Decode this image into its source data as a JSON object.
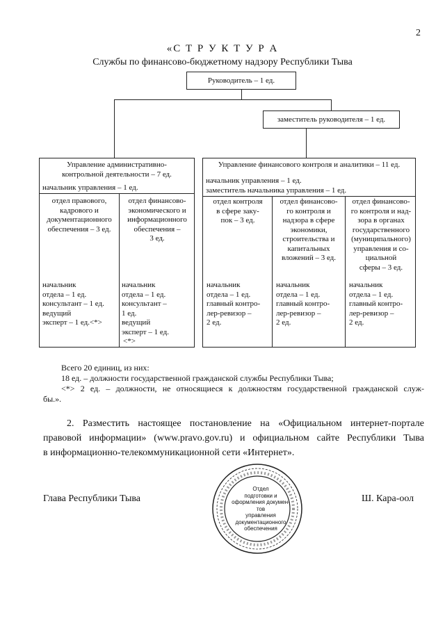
{
  "page_number": "2",
  "title_line1": "«С Т Р У К Т У Р А",
  "title_line2": "Службы по финансово-бюджетному надзору Республики Тыва",
  "chart": {
    "head": "Руководитель – 1 ед.",
    "deputy": "заместитель руководителя – 1 ед.",
    "left_dept": {
      "title_line1": "Управление административно-",
      "title_line2": "контрольной деятельности – 7 ед.",
      "head_line": "начальник управления – 1 ед.",
      "units": [
        {
          "name": [
            "отдел правового,",
            "кадрового и",
            "документационного",
            "обеспечения – 3 ед."
          ],
          "staff": [
            "начальник",
            "отдела – 1 ед.",
            "консультант – 1 ед.",
            "ведущий",
            "эксперт – 1 ед.<*>"
          ]
        },
        {
          "name": [
            "отдел финансово-",
            "экономического и",
            "информационного",
            "обеспечения –",
            "3 ед."
          ],
          "staff": [
            "начальник",
            "отдела – 1 ед.",
            "консультант –",
            "1 ед.",
            "ведущий",
            "эксперт – 1 ед.",
            "<*>"
          ]
        }
      ]
    },
    "right_dept": {
      "title": "Управление финансового контроля и аналитики – 11 ед.",
      "head_line": "начальник управления – 1 ед.",
      "deputy_line": "заместитель начальника управления – 1 ед.",
      "units": [
        {
          "name": [
            "отдел контроля",
            "в сфере заку-",
            "пок – 3 ед."
          ],
          "staff": [
            "начальник",
            "отдела – 1 ед.",
            "главный контро-",
            "лер-ревизор –",
            "2 ед."
          ]
        },
        {
          "name": [
            "отдел финансово-",
            "го контроля и",
            "надзора в сфере",
            "экономики,",
            "строительства и",
            "капитальных",
            "вложений – 3 ед."
          ],
          "staff": [
            "начальник",
            "отдела – 1 ед.",
            "главный контро-",
            "лер-ревизор –",
            "2 ед."
          ]
        },
        {
          "name": [
            "отдел финансово-",
            "го контроля и над-",
            "зора в органах",
            "государственного",
            "(муниципального)",
            "управления и со-",
            "циальной",
            "сферы – 3 ед."
          ],
          "staff": [
            "начальник",
            "отдела – 1 ед.",
            "главный контро-",
            "лер-ревизор –",
            "2 ед."
          ]
        }
      ]
    }
  },
  "notes": {
    "total": "Всего 20 единиц, из них:",
    "civil": "18 ед. – должности государственной гражданской службы Республики Тыва;",
    "other_line1": "<*> 2 ед. – должности, не относящиеся к должностям государственной гражданской служ-",
    "other_line2": "бы.»."
  },
  "paragraph": {
    "line1": "2. Разместить настоящее постановление на «Официальном интернет-портале",
    "line2": "правовой информации» (www.pravo.gov.ru) и официальном сайте Республики Тыва",
    "line3": "в информационно-телекоммуникационной сети «Интернет»."
  },
  "signature": {
    "position": "Глава Республики Тыва",
    "name": "Ш. Кара-оол"
  },
  "stamp": {
    "inner_lines": [
      "Отдел",
      "подготовки и",
      "оформления докумен-тов",
      "управления",
      "документационного",
      "обеспечения"
    ]
  }
}
